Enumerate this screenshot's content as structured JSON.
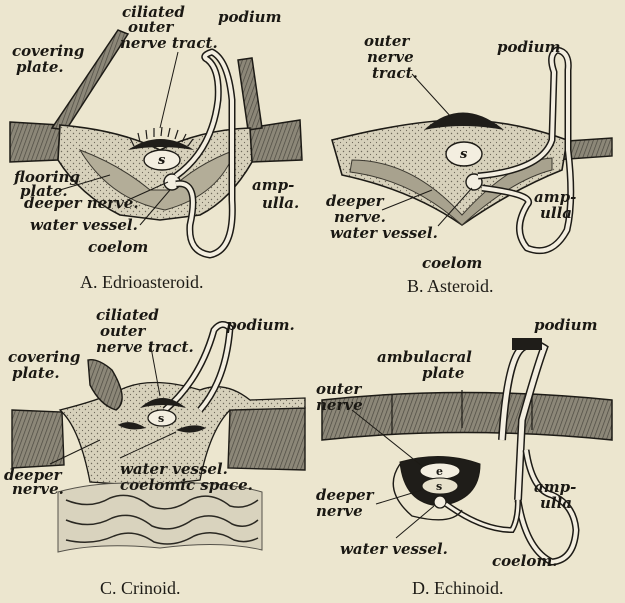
{
  "panels": {
    "a": {
      "caption": "A. Edrioasteroid.",
      "labels": {
        "ciliated": "ciliated",
        "outer": "outer",
        "nerve_tract": "nerve tract.",
        "covering": "covering",
        "plate": "plate.",
        "podium": "podium",
        "s": "s",
        "flooring": "flooring",
        "flooring_plate": "plate.",
        "deeper_nerve": "deeper nerve.",
        "water_vessel": "water vessel.",
        "amp": "amp-",
        "ulla": "ulla.",
        "coelom": "coelom"
      }
    },
    "b": {
      "caption": "B. Asteroid.",
      "labels": {
        "outer": "outer",
        "nerve": "nerve",
        "tract": "tract.",
        "podium": "podium",
        "s": "s",
        "deeper": "deeper",
        "deeper_nerve": "nerve.",
        "water_vessel": "water vessel.",
        "amp": "amp-",
        "ulla": "ulla",
        "coelom": "coelom"
      }
    },
    "c": {
      "caption": "C. Crinoid.",
      "labels": {
        "ciliated": "ciliated",
        "outer": "outer",
        "nerve_tract": "nerve tract.",
        "podium": "podium.",
        "covering": "covering",
        "plate": "plate.",
        "s": "s",
        "deeper": "deeper",
        "deeper_nerve": "nerve.",
        "water_vessel": "water vessel.",
        "coelomic_space": "coelomic space."
      }
    },
    "d": {
      "caption": "D. Echinoid.",
      "labels": {
        "podium": "podium",
        "ambulacral": "ambulacral",
        "plate": "plate",
        "outer": "outer",
        "outer_nerve": "nerve",
        "e": "e",
        "s": "s",
        "deeper": "deeper",
        "deeper_nerve": "nerve",
        "amp": "amp-",
        "ulla": "ulla",
        "water_vessel": "water vessel.",
        "coelom": "coelom."
      }
    }
  }
}
